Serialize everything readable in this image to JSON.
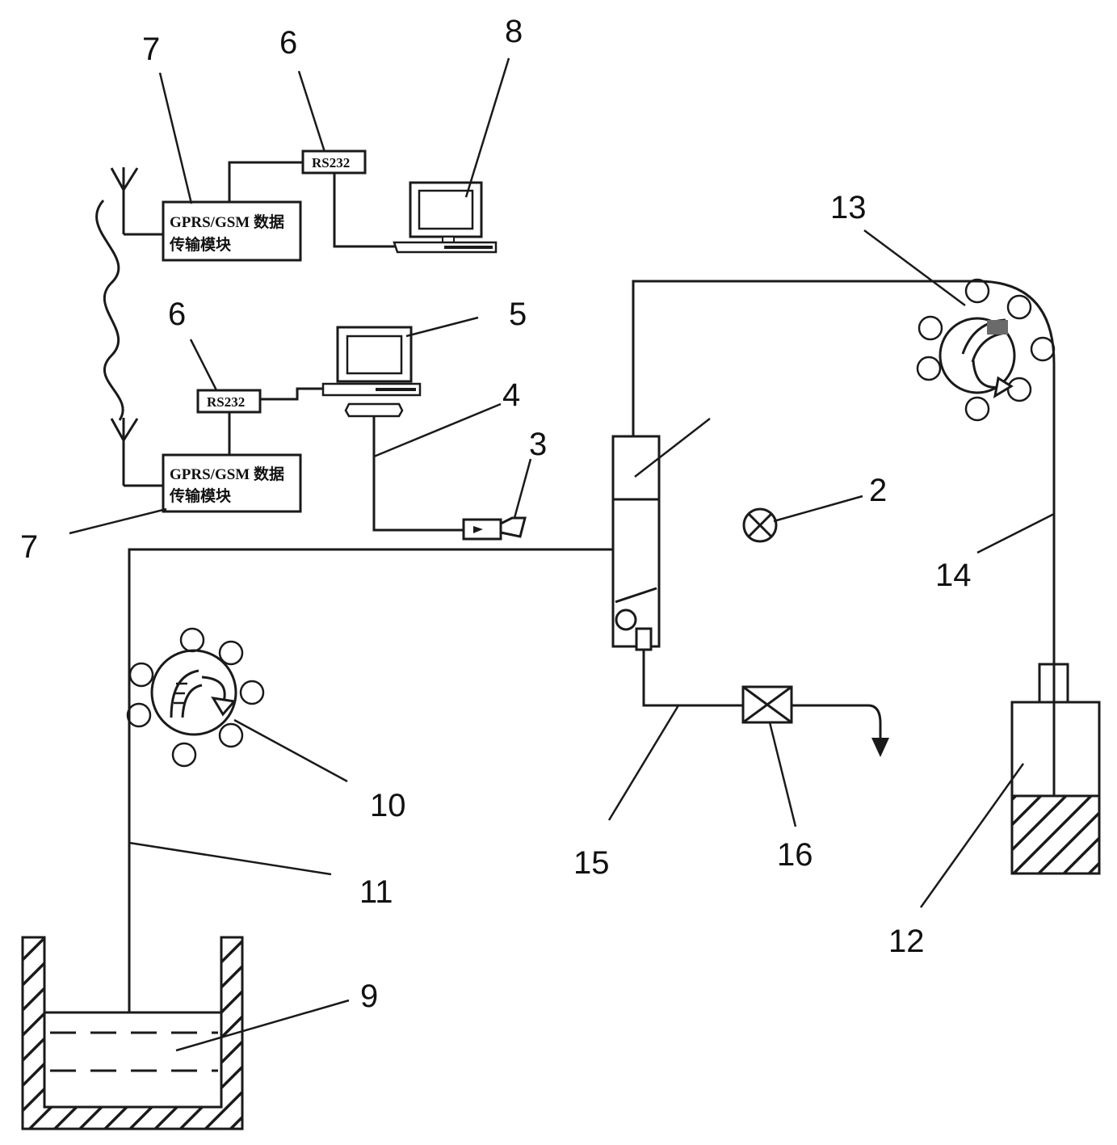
{
  "labels": {
    "n2": "2",
    "n3": "3",
    "n4": "4",
    "n5": "5",
    "n6_top": "6",
    "n6_mid": "6",
    "n7_top": "7",
    "n7_bottom": "7",
    "n8": "8",
    "n9": "9",
    "n10": "10",
    "n11": "11",
    "n12": "12",
    "n13": "13",
    "n14": "14",
    "n15": "15",
    "n16": "16"
  },
  "modules": {
    "gprs_top_line1": "GPRS/GSM 数据",
    "gprs_top_line2": "传输模块",
    "gprs_bottom_line1": "GPRS/GSM 数据",
    "gprs_bottom_line2": "传输模块",
    "rs232_top": "RS232",
    "rs232_mid": "RS232"
  }
}
